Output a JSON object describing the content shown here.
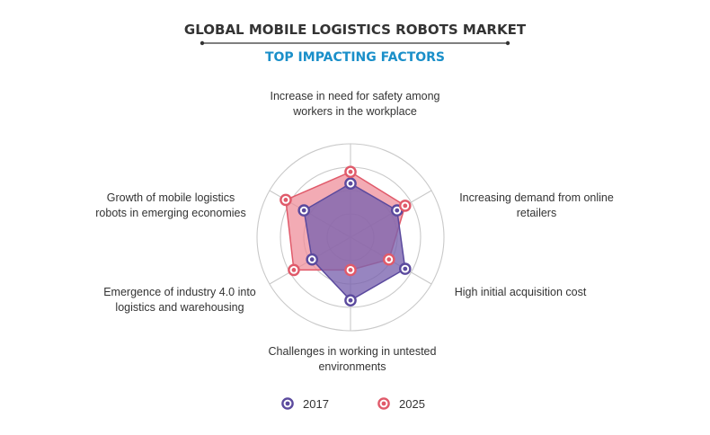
{
  "chart_data": {
    "type": "radar",
    "title": "GLOBAL MOBILE LOGISTICS ROBOTS MARKET",
    "subtitle": "TOP IMPACTING FACTORS",
    "axes": [
      [
        "Increase in need for safety among",
        "workers in the workplace"
      ],
      [
        "Increasing demand from online",
        "retailers"
      ],
      [
        "High initial acquisition cost"
      ],
      [
        "Challenges in working in untested",
        "environments"
      ],
      [
        "Emergence of industry 4.0 into",
        "logistics and warehousing"
      ],
      [
        "Growth of mobile logistics",
        "robots in emerging economies"
      ]
    ],
    "scale_max": 4,
    "grid_levels": 4,
    "series": [
      {
        "name": "2017",
        "color": "#5b4a9e",
        "fill": "#7a63ae",
        "values": [
          2.3,
          2.3,
          2.7,
          2.7,
          1.9,
          2.3
        ]
      },
      {
        "name": "2025",
        "color": "#e05a6a",
        "fill": "#ef8a97",
        "values": [
          2.8,
          2.7,
          1.9,
          1.4,
          2.8,
          3.2
        ]
      }
    ]
  }
}
